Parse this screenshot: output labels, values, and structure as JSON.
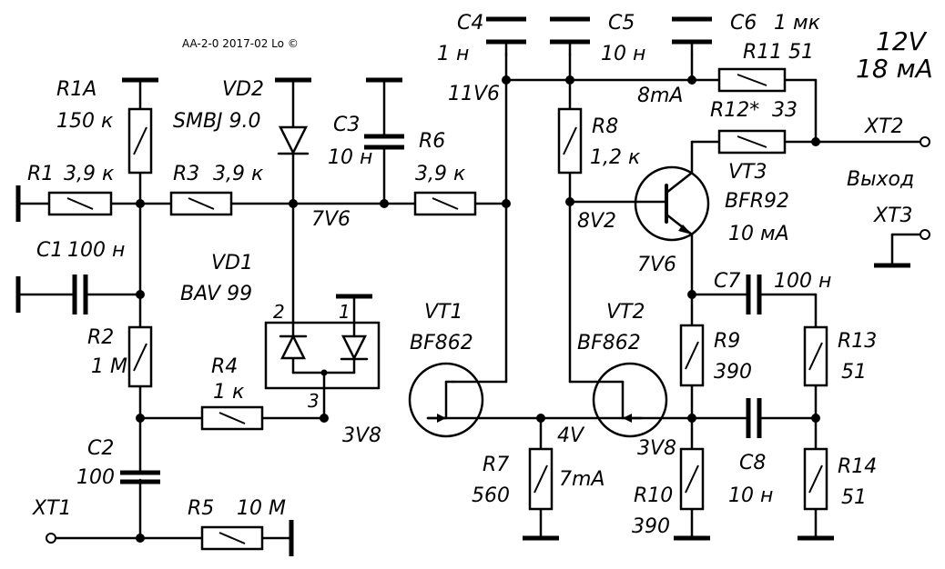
{
  "header": {
    "credit": "AA-2-0 2017-02 Lo ©"
  },
  "supply": {
    "voltage": "12V",
    "current": "18 мА"
  },
  "components": {
    "R1A": {
      "ref": "R1A",
      "value": "150 к"
    },
    "R1": {
      "ref": "R1",
      "value": "3,9 к"
    },
    "R2": {
      "ref": "R2",
      "value": "1 М"
    },
    "R3": {
      "ref": "R3",
      "value": "3,9 к"
    },
    "R4": {
      "ref": "R4",
      "value": "1 к"
    },
    "R5": {
      "ref": "R5",
      "value": "10 М"
    },
    "R6": {
      "ref": "R6",
      "value": "3,9 к"
    },
    "R7": {
      "ref": "R7",
      "value": "560"
    },
    "R8": {
      "ref": "R8",
      "value": "1,2 к"
    },
    "R9": {
      "ref": "R9",
      "value": "390"
    },
    "R10": {
      "ref": "R10",
      "value": "390"
    },
    "R11": {
      "ref": "R11",
      "value": "51"
    },
    "R12": {
      "ref": "R12*",
      "value": "33"
    },
    "R13": {
      "ref": "R13",
      "value": "51"
    },
    "R14": {
      "ref": "R14",
      "value": "51"
    },
    "C1": {
      "ref": "C1",
      "value": "100 н"
    },
    "C2": {
      "ref": "C2",
      "value": "100"
    },
    "C3": {
      "ref": "C3",
      "value": "10 н"
    },
    "C4": {
      "ref": "C4",
      "value": "1 н"
    },
    "C5": {
      "ref": "C5",
      "value": "10 н"
    },
    "C6": {
      "ref": "C6",
      "value": "1 мк"
    },
    "C7": {
      "ref": "C7",
      "value": "100 н"
    },
    "C8": {
      "ref": "C8",
      "value": "10 н"
    },
    "VD1": {
      "ref": "VD1",
      "value": "BAV 99",
      "pins": [
        "2",
        "1",
        "3"
      ]
    },
    "VD2": {
      "ref": "VD2",
      "value": "SMBJ 9.0"
    },
    "VT1": {
      "ref": "VT1",
      "value": "BF862"
    },
    "VT2": {
      "ref": "VT2",
      "value": "BF862"
    },
    "VT3": {
      "ref": "VT3",
      "value": "BFR92",
      "current": "10 мА"
    }
  },
  "nodes": {
    "n11v6": "11V6",
    "n8ma": "8mA",
    "n7v6_top": "7V6",
    "n8v2": "8V2",
    "n7v6_out": "7V6",
    "n3v8_left": "3V8",
    "n4v": "4V",
    "n3v8_right": "3V8",
    "n7ma": "7mA"
  },
  "terminals": {
    "xt1": "XT1",
    "xt2": "XT2",
    "xt3": "XT3",
    "output_label": "Выход"
  }
}
